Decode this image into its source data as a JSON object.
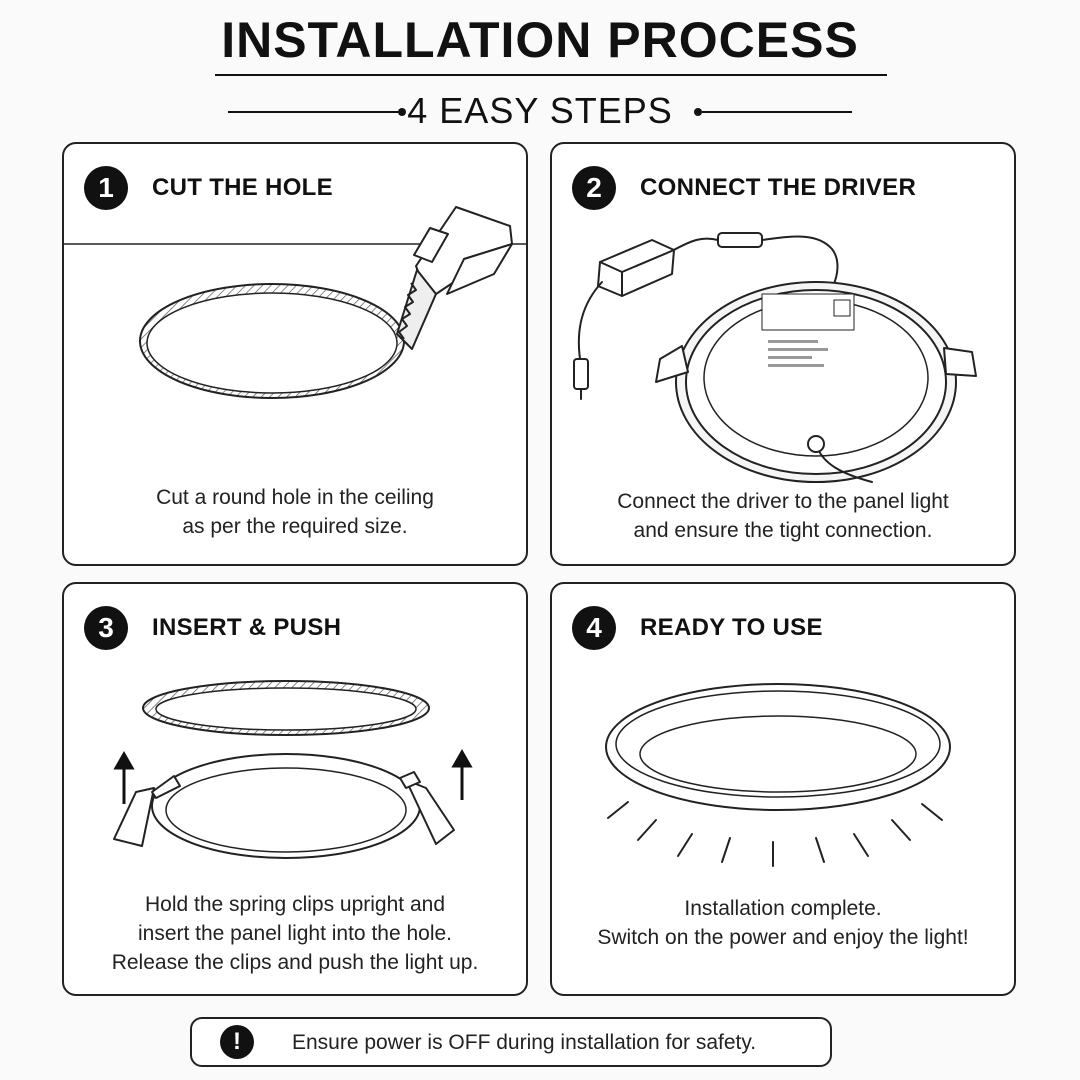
{
  "header": {
    "title": "INSTALLATION PROCESS",
    "subtitle": "4 EASY STEPS"
  },
  "steps": [
    {
      "number": "1",
      "title": "CUT THE HOLE",
      "lines": [
        "Cut a round hole in the ceiling",
        "as per the required size."
      ],
      "illustration": "saw-cutting-ceiling-icon"
    },
    {
      "number": "2",
      "title": "CONNECT THE DRIVER",
      "lines": [
        "Connect the driver to the panel light",
        "and ensure the tight connection."
      ],
      "illustration": "driver-and-panel-icon"
    },
    {
      "number": "3",
      "title": "INSERT & PUSH",
      "lines": [
        "Hold the spring clips upright and",
        "insert the panel light into the hole.",
        "Release the clips and push the light up."
      ],
      "illustration": "insert-panel-icon"
    },
    {
      "number": "4",
      "title": "READY TO USE",
      "lines": [
        "Installation complete.",
        "Switch on the power and enjoy the light!"
      ],
      "illustration": "glowing-panel-icon"
    }
  ],
  "warning": {
    "icon": "exclamation-icon",
    "text": "Ensure power is OFF during installation for safety."
  }
}
